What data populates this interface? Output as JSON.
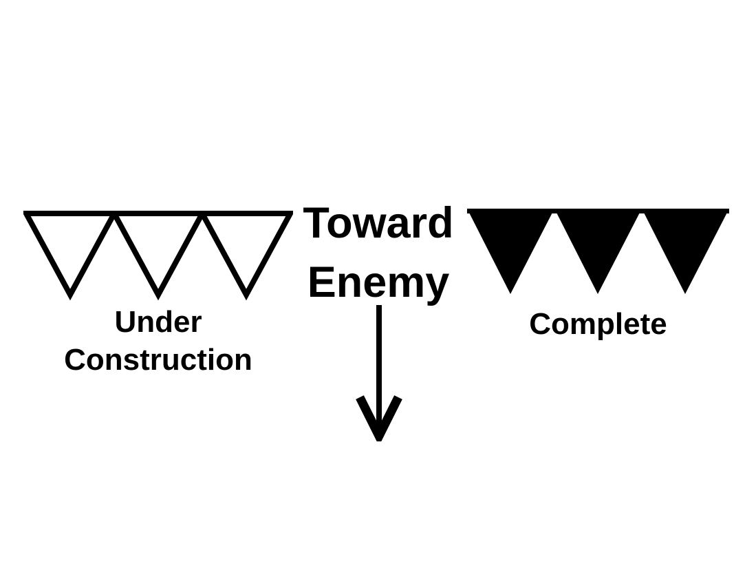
{
  "figure": {
    "colors": {
      "ink": "#000000",
      "background": "#ffffff"
    },
    "left_symbol": {
      "icon": "hollow-triangle-row-icon",
      "style": "outlined",
      "label_line1": "Under",
      "label_line2": "Construction"
    },
    "direction": {
      "caption_line1": "Toward",
      "caption_line2": "Enemy",
      "icon": "down-arrow-icon"
    },
    "right_symbol": {
      "icon": "filled-triangle-row-icon",
      "style": "filled",
      "label": "Complete"
    }
  }
}
